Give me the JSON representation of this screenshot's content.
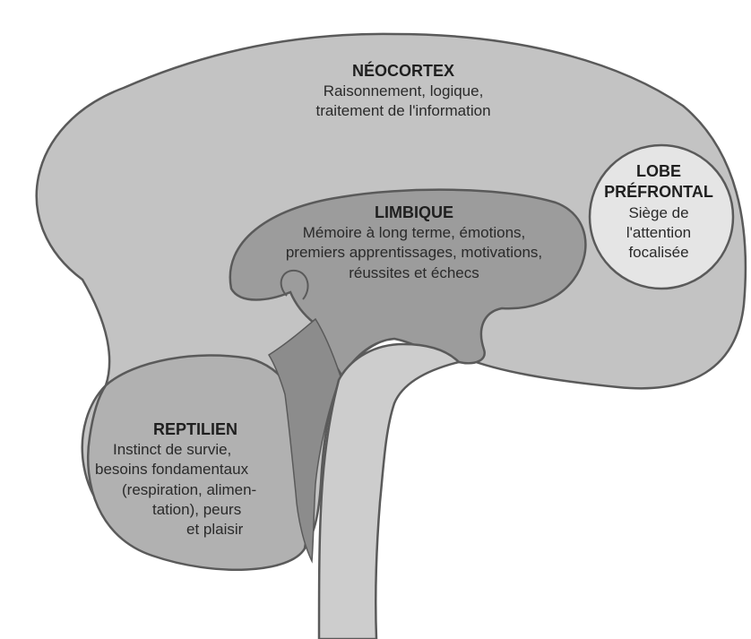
{
  "colors": {
    "background": "#ffffff",
    "neocortex": "#c3c3c3",
    "limbic": "#9c9c9c",
    "prefrontal": "#e5e5e5",
    "reptilian": "#b1b1b1",
    "brainstem": "#cdcdcd",
    "connector": "#8c8c8c",
    "outline": "#5a5a5a"
  },
  "regions": {
    "neocortex": {
      "title": "NÉOCORTEX",
      "lines": [
        "Raisonnement, logique,",
        "traitement de l'information"
      ]
    },
    "limbic": {
      "title": "LIMBIQUE",
      "lines": [
        "Mémoire à long terme, émotions,",
        "premiers apprentissages, motivations,",
        "réussites et échecs"
      ]
    },
    "prefrontal": {
      "title_lines": [
        "LOBE",
        "PRÉFRONTAL"
      ],
      "lines": [
        "Siège de",
        "l'attention",
        "focalisée"
      ]
    },
    "reptilian": {
      "title": "REPTILIEN",
      "lines": [
        "Instinct de survie,",
        "besoins fondamentaux",
        "(respiration, alimen-",
        "tation), peurs",
        "et plaisir"
      ]
    }
  }
}
